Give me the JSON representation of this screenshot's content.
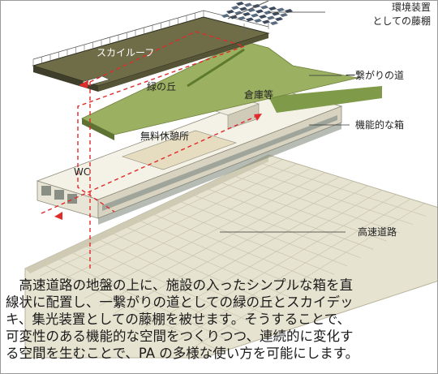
{
  "labels": {
    "solar_canopy": "環境装置\nとしての藤棚",
    "solar_canopy_line1": "環境装置",
    "solar_canopy_line2": "としての藤棚",
    "connecting_path": "一繋がりの道",
    "functional_box": "機能的な箱",
    "expressway": "高速道路",
    "sky_roof": "スカイルーフ",
    "green_hill": "緑の丘",
    "warehouse": "倉庫等",
    "rest_area": "無料休憩所",
    "wc": "WC"
  },
  "description_lines": [
    "　高速道路の地盤の上に、施設の入ったシンプルな箱を直",
    "線状に配置し、一繋がりの道としての緑の丘とスカイデッ",
    "キ、集光装置としての藤棚を被せます。そうすることで、",
    "可変性のある機能的な空間をつくりつつ、連続的に変化す",
    "る空間を生むことで、PA の多様な使い方を可能にします。"
  ],
  "colors": {
    "roof": "#6b6a45",
    "green": "#6f8a3a",
    "path_line": "#e02b2b",
    "box": "#f3f0e6",
    "grid": "#d9d6c4"
  }
}
